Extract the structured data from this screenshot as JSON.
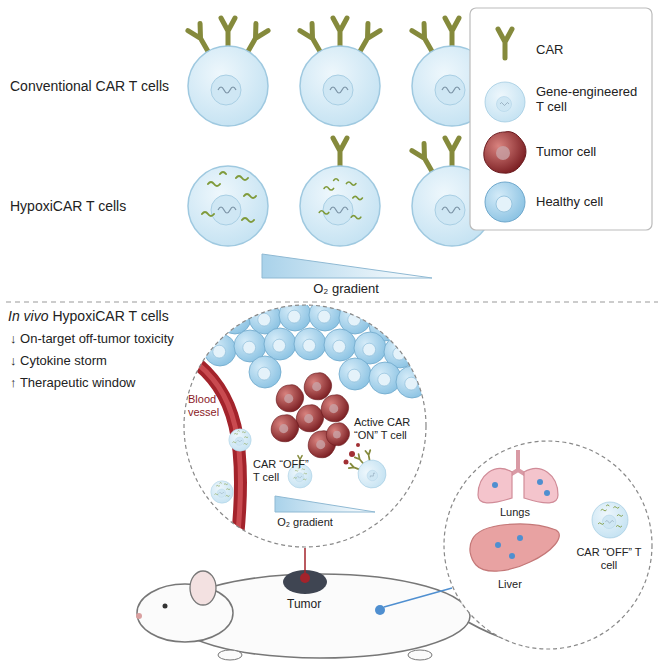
{
  "diagram": {
    "labels": [
      "Conventional CAR T cells",
      "HypoxiCAR T cells",
      "O₂ gradient",
      "In vivo",
      "HypoxiCAR T cells",
      "↓ On-target off-tumor toxicity",
      "↓ Cytokine storm",
      "↑ Therapeutic window",
      "Blood vessel",
      "CAR “OFF” T cell",
      "Active CAR “ON” T cell",
      "O₂ gradient",
      "Tumor",
      "Lungs",
      "Liver",
      "CAR “OFF” T cell"
    ],
    "legend": [
      {
        "text": "CAR"
      },
      {
        "text": "Gene-engineered T cell"
      },
      {
        "text": "Tumor cell"
      },
      {
        "text": "Healthy cell"
      }
    ]
  }
}
